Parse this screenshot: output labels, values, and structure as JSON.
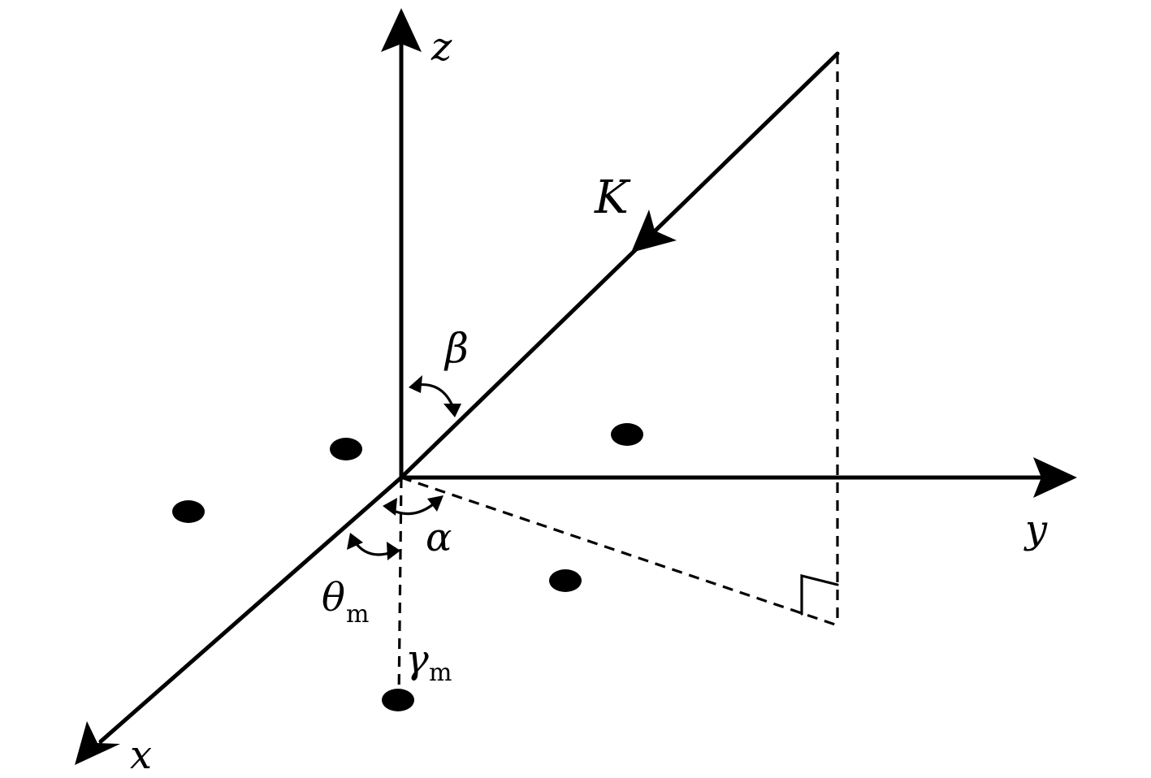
{
  "labels": {
    "z": "z",
    "y": "y",
    "x": "x",
    "K": "K",
    "beta": "β",
    "alpha": "α",
    "theta": "θ",
    "theta_sub": "m",
    "gamma": "γ",
    "gamma_sub": "m"
  }
}
